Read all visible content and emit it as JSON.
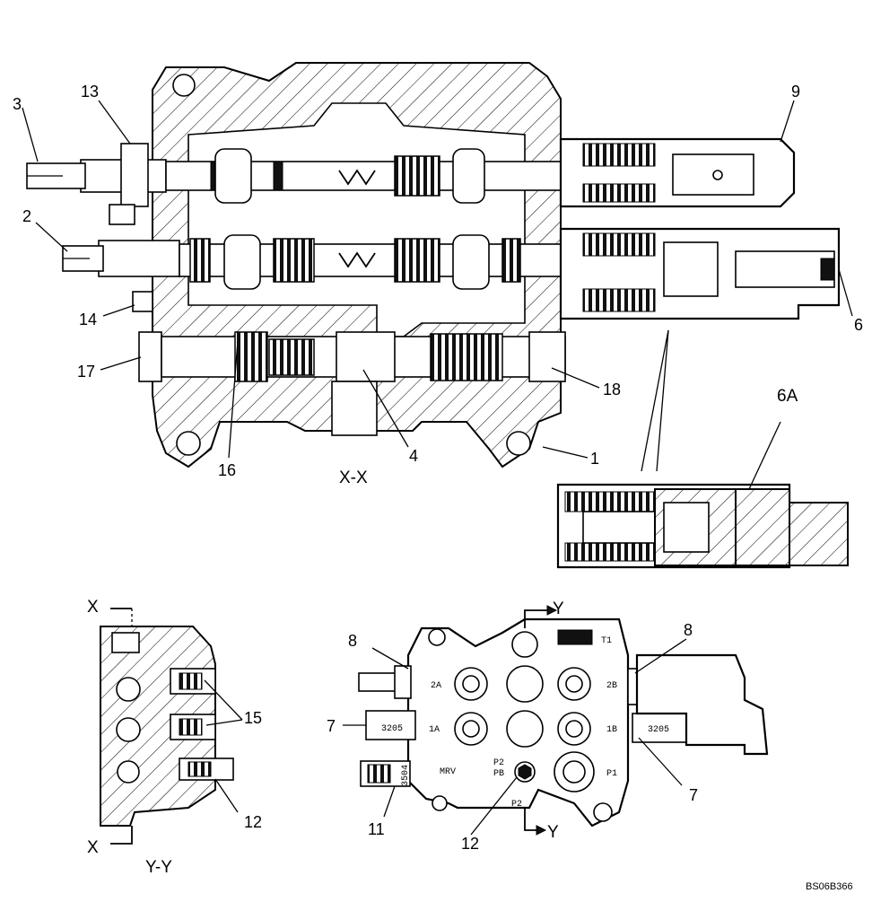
{
  "diagram": {
    "section_labels": {
      "xx": "X-X",
      "yy": "Y-Y",
      "detail": "6A",
      "x_top": "X",
      "x_bottom": "X",
      "y_top": "Y",
      "y_bottom": "Y"
    },
    "callouts": {
      "c1": "1",
      "c2": "2",
      "c3": "3",
      "c4": "4",
      "c6": "6",
      "c7a": "7",
      "c7b": "7",
      "c8a": "8",
      "c8b": "8",
      "c9": "9",
      "c11": "11",
      "c12a": "12",
      "c12b": "12",
      "c13": "13",
      "c14": "14",
      "c15": "15",
      "c16": "16",
      "c17": "17",
      "c18": "18"
    },
    "port_labels": {
      "t1": "T1",
      "p2_top": "2A",
      "p2b": "2B",
      "p1a": "1A",
      "p1b": "1B",
      "p1": "P1",
      "p2pb_a": "P2",
      "p2pb_b": "PB",
      "p2_bottom": "P2",
      "mrv": "MRV",
      "code_left": "3205",
      "code_right": "3205",
      "code_relief": "3504"
    },
    "figure_id": "BS06B366"
  }
}
